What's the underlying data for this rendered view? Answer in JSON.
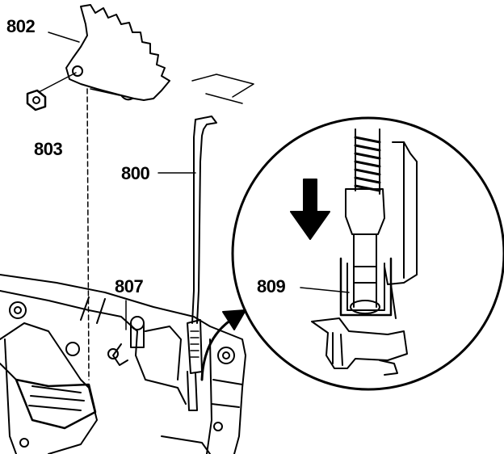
{
  "callouts": {
    "c802": "802",
    "c803": "803",
    "c800": "800",
    "c807": "807",
    "c809": "809"
  },
  "colors": {
    "line": "#000000",
    "background": "#ffffff"
  }
}
